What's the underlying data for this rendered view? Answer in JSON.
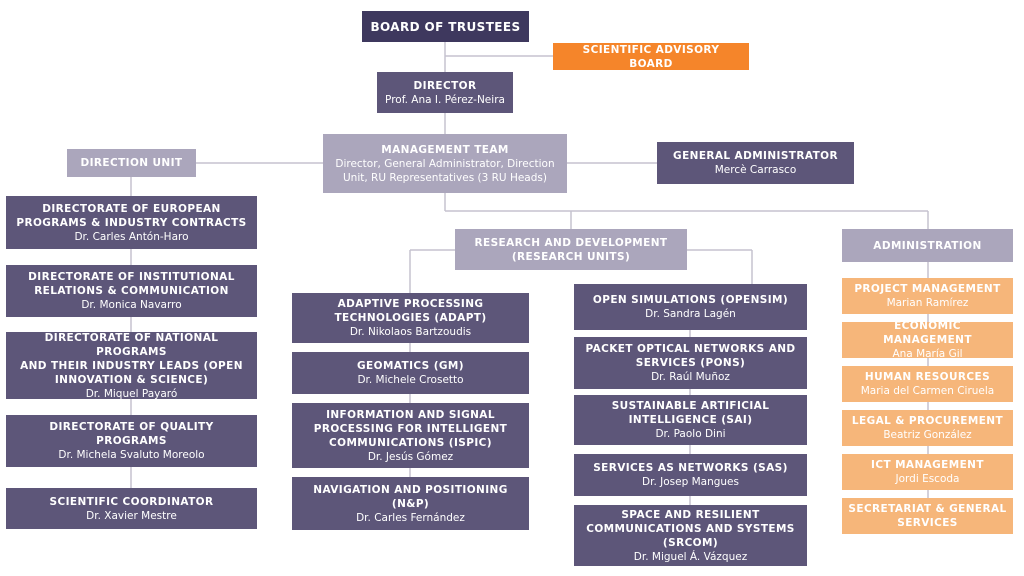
{
  "board": {
    "title": "BOARD OF TRUSTEES"
  },
  "advisory": {
    "title": "SCIENTIFIC ADVISORY BOARD"
  },
  "director": {
    "title": "DIRECTOR",
    "name": "Prof. Ana I. Pérez-Neira"
  },
  "management": {
    "title": "MANAGEMENT TEAM",
    "line1": "Director, General Administrator, Direction",
    "line2": "Unit, RU Representatives (3 RU Heads)"
  },
  "general_admin": {
    "title": "GENERAL ADMINISTRATOR",
    "name": "Mercè Carrasco"
  },
  "direction_unit": {
    "title": "DIRECTION UNIT",
    "items": [
      {
        "l1": "DIRECTORATE OF EUROPEAN",
        "l2": "PROGRAMS & INDUSTRY CONTRACTS",
        "name": "Dr. Carles Antón-Haro"
      },
      {
        "l1": "DIRECTORATE OF INSTITUTIONAL",
        "l2": "RELATIONS & COMMUNICATION",
        "name": "Dr. Monica Navarro"
      },
      {
        "l1": "DIRECTORATE OF NATIONAL PROGRAMS",
        "l2": "AND THEIR INDUSTRY LEADS (OPEN",
        "l3": "INNOVATION & SCIENCE)",
        "name": "Dr. Miquel Payaró"
      },
      {
        "l1": "DIRECTORATE OF QUALITY PROGRAMS",
        "name": "Dr. Michela Svaluto Moreolo"
      },
      {
        "l1": "SCIENTIFIC COORDINATOR",
        "name": "Dr. Xavier Mestre"
      }
    ]
  },
  "research": {
    "line1": "RESEARCH AND DEVELOPMENT",
    "line2": "(RESEARCH UNITS)",
    "left": [
      {
        "l1": "ADAPTIVE PROCESSING",
        "l2": "TECHNOLOGIES (ADAPT)",
        "name": "Dr. Nikolaos Bartzoudis"
      },
      {
        "l1": "GEOMATICS (GM)",
        "name": "Dr. Michele Crosetto"
      },
      {
        "l1": "INFORMATION AND SIGNAL",
        "l2": "PROCESSING FOR INTELLIGENT",
        "l3": "COMMUNICATIONS (ISPIC)",
        "name": "Dr. Jesús Gómez"
      },
      {
        "l1": "NAVIGATION AND POSITIONING (N&P)",
        "name": "Dr. Carles Fernández"
      }
    ],
    "right": [
      {
        "l1": "OPEN SIMULATIONS (OPENSIM)",
        "name": "Dr. Sandra Lagén"
      },
      {
        "l1": "PACKET OPTICAL NETWORKS AND",
        "l2": "SERVICES (PONS)",
        "name": "Dr. Raúl Muñoz"
      },
      {
        "l1": "SUSTAINABLE ARTIFICIAL",
        "l2": "INTELLIGENCE (SAI)",
        "name": "Dr. Paolo Dini"
      },
      {
        "l1": "SERVICES AS NETWORKS (SAS)",
        "name": "Dr. Josep Mangues"
      },
      {
        "l1": "SPACE AND RESILIENT",
        "l2": "COMMUNICATIONS AND SYSTEMS",
        "l3": "(SRCOM)",
        "name": "Dr. Miguel Á. Vázquez"
      }
    ]
  },
  "administration": {
    "title": "ADMINISTRATION",
    "items": [
      {
        "l1": "PROJECT MANAGEMENT",
        "name": "Marian Ramírez"
      },
      {
        "l1": "ECONOMIC MANAGEMENT",
        "name": "Ana María Gil"
      },
      {
        "l1": "HUMAN RESOURCES",
        "name": "Maria del Carmen Ciruela"
      },
      {
        "l1": "LEGAL & PROCUREMENT",
        "name": "Beatriz González"
      },
      {
        "l1": "ICT MANAGEMENT",
        "name": "Jordi Escoda"
      },
      {
        "l1": "SECRETARIAT & GENERAL",
        "l2": "SERVICES"
      }
    ]
  },
  "colors": {
    "navy": "#3e385e",
    "dark": "#5d5679",
    "light": "#aba6bc",
    "orange": "#f5852a",
    "peach": "#f6b67a",
    "connector": "#c5c2cf"
  }
}
